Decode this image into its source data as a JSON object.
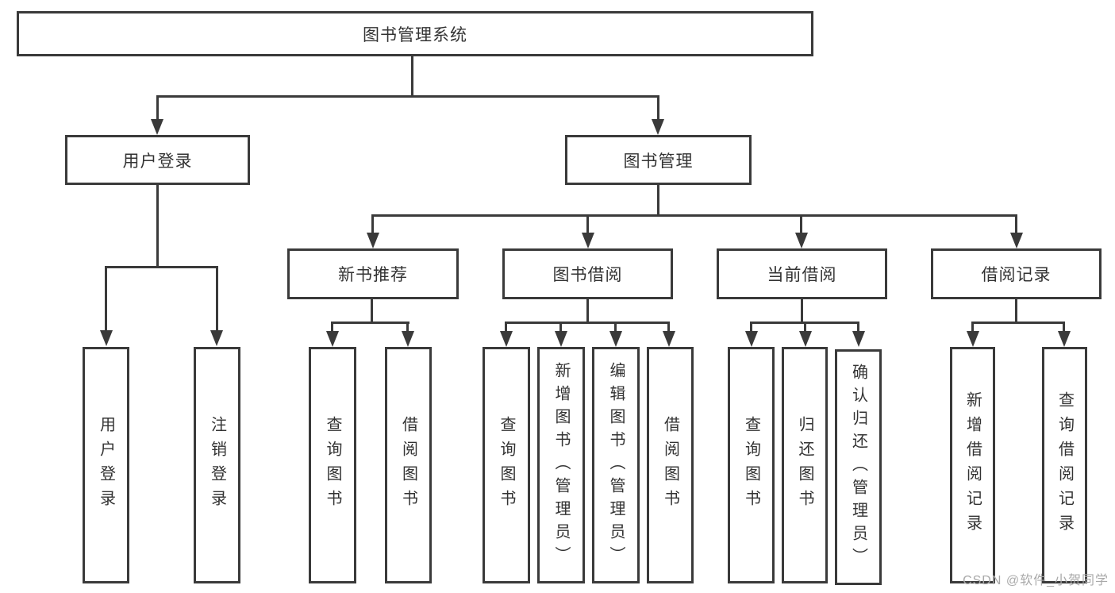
{
  "colors": {
    "line": "#3a3a3a",
    "text": "#333333",
    "background": "#ffffff",
    "watermark": "#a9a9a9"
  },
  "watermark": {
    "text": "CSDN @软件_小贺同学"
  },
  "tree": {
    "label": "图书管理系统",
    "children": [
      {
        "label": "用户登录",
        "children": [
          {
            "label": "用户登录"
          },
          {
            "label": "注销登录"
          }
        ]
      },
      {
        "label": "图书管理",
        "children": [
          {
            "label": "新书推荐",
            "children": [
              {
                "label": "查询图书"
              },
              {
                "label": "借阅图书"
              }
            ]
          },
          {
            "label": "图书借阅",
            "children": [
              {
                "label": "查询图书"
              },
              {
                "label": "新增图书（管理员）"
              },
              {
                "label": "编辑图书（管理员）"
              },
              {
                "label": "借阅图书"
              }
            ]
          },
          {
            "label": "当前借阅",
            "children": [
              {
                "label": "查询图书"
              },
              {
                "label": "归还图书"
              },
              {
                "label": "确认归还（管理员）"
              }
            ]
          },
          {
            "label": "借阅记录",
            "children": [
              {
                "label": "新增借阅记录"
              },
              {
                "label": "查询借阅记录"
              }
            ]
          }
        ]
      }
    ]
  }
}
